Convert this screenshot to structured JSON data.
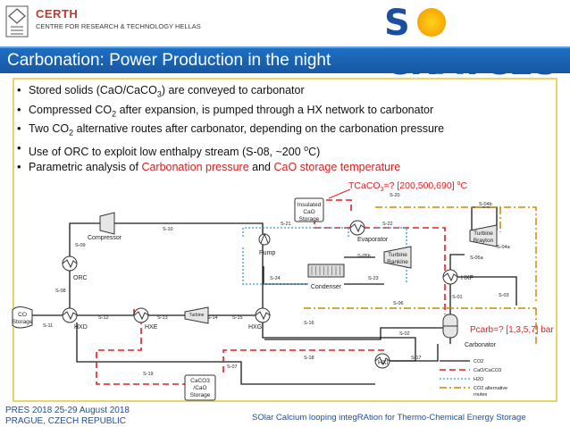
{
  "header": {
    "org_name": "CERTH",
    "org_subtitle": "CENTRE FOR RESEARCH & TECHNOLOGY HELLAS",
    "project_logo": {
      "before_sun": "S",
      "after_sun": "CRATCES",
      "colors": {
        "text": "#1c4fa1",
        "sun": "#f7a600"
      }
    }
  },
  "slide": {
    "title": "Carbonation: Power Production in the night",
    "bullets": [
      {
        "parts": [
          {
            "t": "Stored solids (CaO/CaCO"
          },
          {
            "t": "3",
            "sub": true
          },
          {
            "t": ") are conveyed to carbonator"
          }
        ]
      },
      {
        "parts": [
          {
            "t": "Compressed CO"
          },
          {
            "t": "2",
            "sub": true
          },
          {
            "t": " after expansion, is pumped through a HX network to carbonator"
          }
        ]
      },
      {
        "parts": [
          {
            "t": "Two CO"
          },
          {
            "t": "2",
            "sub": true
          },
          {
            "t": " alternative routes after carbonator, depending on the carbonation pressure"
          }
        ]
      },
      {
        "parts": [
          {
            "t": "Use of ORC to exploit low enthalpy stream (S-08, ~200 "
          },
          {
            "t": "o",
            "sup": true
          },
          {
            "t": "C)"
          }
        ]
      },
      {
        "parts": [
          {
            "t": "Parametric analysis of "
          },
          {
            "t": "Carbonation pressure",
            "red": true
          },
          {
            "t": " and "
          },
          {
            "t": "CaO storage temperature",
            "red": true
          }
        ]
      }
    ]
  },
  "diagram": {
    "colors": {
      "co2": "#1a1a1a",
      "solids": "#e02020",
      "water": "#2a9fd6",
      "alt": "#c98a00"
    },
    "temp_annotation": {
      "a": "TCaCO",
      "sub": "3",
      "b": "=? [200,500,690] ",
      "sup": "o",
      "c": "C"
    },
    "pressure_annotation": "Pcarb=? [1,3,5,7] bar",
    "units": {
      "co2_storage": "CO2 Storage",
      "compressor": "Compressor",
      "orc": "ORC",
      "hxd": "HXD",
      "hxe": "HXE",
      "turbine_small": "Turbine",
      "hxg": "HXG",
      "insulated_storage": "Insulated CaO Storage",
      "pump": "Pump",
      "evaporator": "Evaporator",
      "turbine_rankine": "Turbine Rankine",
      "turbine_brayton": "Turbine Brayton",
      "condenser": "Condenser",
      "hxf": "HXF",
      "carbonator": "Carbonator",
      "hxi": "HXI",
      "caco3_storage": "CaCO3 /CaO Storage"
    },
    "streams": [
      "S-01",
      "S-02",
      "S-03",
      "S-04a",
      "S-04b",
      "S-05a",
      "S-05b",
      "S-06",
      "S-07",
      "S-08",
      "S-09",
      "S-10",
      "S-11",
      "S-12",
      "S-13",
      "S-14",
      "S-15",
      "S-16",
      "S-17",
      "S-18",
      "S-19",
      "S-20",
      "S-21",
      "S-22",
      "S-23",
      "S-24"
    ],
    "legend": [
      {
        "label": "CO2",
        "type": "co2"
      },
      {
        "label": "CaO/CaCO3",
        "type": "solids"
      },
      {
        "label": "H2O",
        "type": "water"
      },
      {
        "label": "CO2 alternative routes",
        "type": "alt"
      }
    ]
  },
  "footer": {
    "event": "PRES 2018 25-29 August 2018",
    "location": "PRAGUE, CZECH REPUBLIC",
    "project_full": "SOlar Calcium looping integRAtion for Thermo-Chemical Energy Storage"
  }
}
